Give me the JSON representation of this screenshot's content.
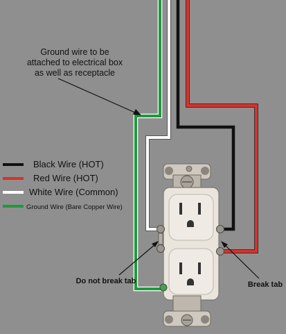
{
  "annotations": {
    "ground_note_line1": "Ground wire to be",
    "ground_note_line2": "attached to electrical box",
    "ground_note_line3": "as well as receptacle",
    "do_not_break_tab": "Do not break tab",
    "break_tab": "Break tab"
  },
  "legend": {
    "items": [
      {
        "label": "Black Wire (HOT)",
        "color": "#111111"
      },
      {
        "label": "Red Wire (HOT)",
        "color": "#d8322a"
      },
      {
        "label": "White Wire (Common)",
        "color": "#ffffff"
      },
      {
        "label": "Ground Wire (Bare Copper Wire)",
        "color": "#1e9a3c"
      }
    ]
  },
  "colors": {
    "background": "#8f8f8f",
    "receptacle_body": "#e9e4dc",
    "strap_metal": "#bfbab3",
    "screw": "#9a968f"
  }
}
